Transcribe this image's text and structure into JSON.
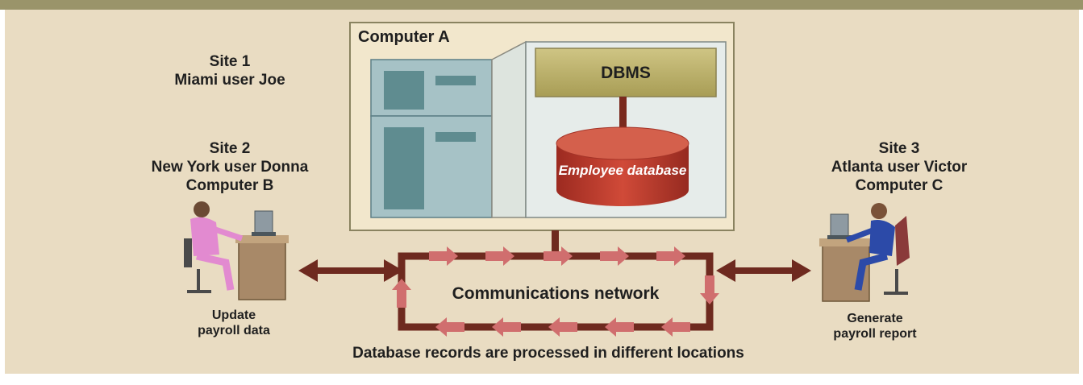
{
  "computer_a": {
    "title": "Computer A",
    "dbms_label": "DBMS",
    "database_label": "Employee database"
  },
  "site1": {
    "line1": "Site 1",
    "line2": "Miami user Joe"
  },
  "site2": {
    "line1": "Site 2",
    "line2": "New York user Donna",
    "line3": "Computer B",
    "task_line1": "Update",
    "task_line2": "payroll data"
  },
  "site3": {
    "line1": "Site 3",
    "line2": "Atlanta user Victor",
    "line3": "Computer C",
    "task_line1": "Generate",
    "task_line2": "payroll report"
  },
  "network": {
    "label": "Communications network"
  },
  "caption": "Database records are processed in different locations",
  "colors": {
    "panel": "#e9dcc2",
    "top_bar": "#9a946a",
    "link": "#6e2a1f",
    "network_arrow": "#d06e6e",
    "dbms": "#b8ae6a",
    "database": "#b8362a"
  }
}
